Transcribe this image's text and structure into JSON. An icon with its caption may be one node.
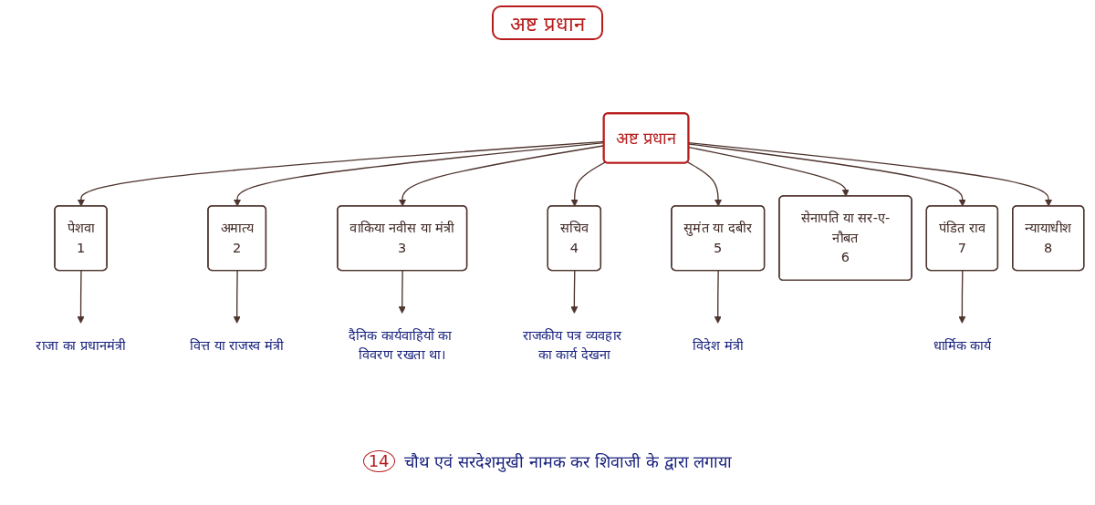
{
  "diagram": {
    "title": "अष्ट प्रधान",
    "nodes": [
      {
        "text": [
          "अष्ट प्रधान"
        ]
      },
      {
        "text": [
          "पेशवा",
          "1"
        ]
      },
      {
        "text": [
          "राजा का प्रधानमंत्री"
        ]
      },
      {
        "text": [
          "अमात्य",
          "2"
        ]
      },
      {
        "text": [
          "वित्त या राजस्व मंत्री"
        ]
      },
      {
        "text": [
          "वाकिया नवीस या मंत्री",
          "3"
        ]
      },
      {
        "text": [
          "दैनिक कार्यवाहियों का विवरण रखता था।"
        ]
      },
      {
        "text": [
          "सचिव",
          "4"
        ]
      },
      {
        "text": [
          "राजकीय पत्र व्यवहार का कार्य देखना"
        ]
      },
      {
        "text": [
          "सुमंत या दबीर",
          "5"
        ]
      },
      {
        "text": [
          "विदेश मंत्री"
        ]
      },
      {
        "text": [
          "सेनापति या सर-ए-नौबत",
          "6"
        ]
      },
      {
        "text": [
          "पंडित राव",
          "7"
        ]
      },
      {
        "text": [
          "धार्मिक कार्य"
        ]
      },
      {
        "text": [
          "न्यायाधीश",
          "8"
        ]
      }
    ],
    "edges": [
      {
        "from": 0,
        "to": 1,
        "arrow": "to"
      },
      {
        "from": 0,
        "to": 3,
        "arrow": "to"
      },
      {
        "from": 0,
        "to": 5,
        "arrow": "to"
      },
      {
        "from": 0,
        "to": 7,
        "arrow": "to"
      },
      {
        "from": 0,
        "to": 9,
        "arrow": "to"
      },
      {
        "from": 0,
        "to": 11,
        "arrow": "to"
      },
      {
        "from": 0,
        "to": 12,
        "arrow": "to"
      },
      {
        "from": 0,
        "to": 14,
        "arrow": "to"
      },
      {
        "from": 1,
        "to": 2,
        "arrow": "to"
      },
      {
        "from": 3,
        "to": 4,
        "arrow": "to"
      },
      {
        "from": 5,
        "to": 6,
        "arrow": "to"
      },
      {
        "from": 7,
        "to": 8,
        "arrow": "to"
      },
      {
        "from": 9,
        "to": 10,
        "arrow": "to"
      },
      {
        "from": 12,
        "to": 13,
        "arrow": "to"
      }
    ],
    "labels": [
      "14",
      "चौथ एवं सरदेशमुखी नामक कर शिवाजी के द्वारा लगाया"
    ]
  }
}
